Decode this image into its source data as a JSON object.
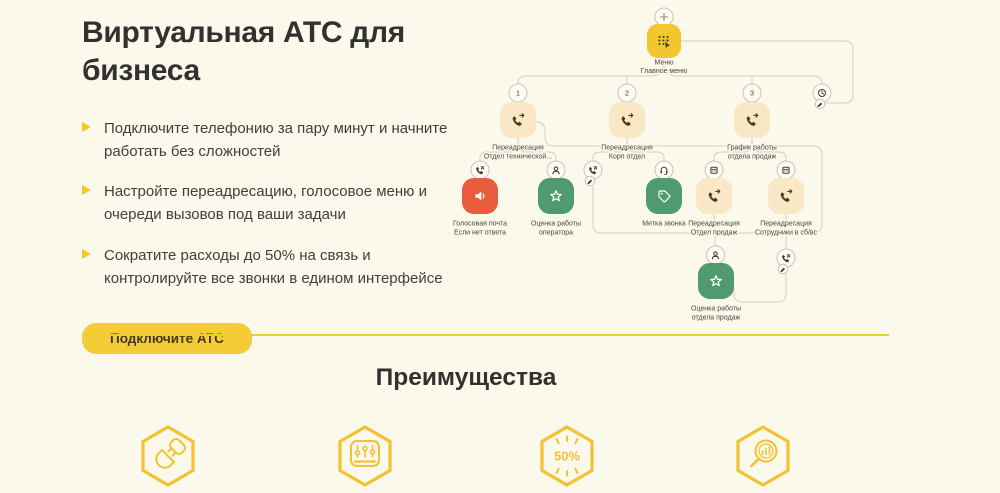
{
  "hero": {
    "title": "Виртуальная АТС для бизнеса",
    "bullets": [
      "Подключите телефонию за пару минут и начните работать без сложностей",
      "Настройте переадресацию, голосовое меню и очереди вызовов под ваши задачи",
      "Сократите расходы до 50% на связь и контролируйте все звонки в едином интерфейсе"
    ],
    "cta_label": "Подключите АТС"
  },
  "diagram": {
    "nodes": {
      "menu": {
        "label1": "Меню",
        "label2": "Главное меню"
      },
      "fwd_tech": {
        "badge": "1",
        "label1": "Переадресация",
        "label2": "Отдел технической..."
      },
      "fwd_corp": {
        "badge": "2",
        "label1": "Переадресация",
        "label2": "Корп отдел"
      },
      "schedule_sales": {
        "badge": "3",
        "label1": "График работы",
        "label2": "отдела продаж"
      },
      "voicemail": {
        "label1": "Голосовая почта",
        "label2": "Если нет ответа"
      },
      "rate_operator": {
        "label1": "Оценка работы",
        "label2": "оператора"
      },
      "call_tag": {
        "label1": "Метка звонка",
        "label2": ""
      },
      "fwd_sales": {
        "label1": "Переадресация",
        "label2": "Отдел продаж"
      },
      "fwd_weekend": {
        "label1": "Переадресация",
        "label2": "Сотрудники в сб/вс"
      },
      "rate_sales": {
        "label1": "Оценка работы",
        "label2": "отдела продаж"
      }
    }
  },
  "advantages": {
    "title": "Преимущества",
    "discount_label": "50%",
    "icon_names": [
      "plug-connection-icon",
      "sliders-panel-icon",
      "discount-50-icon",
      "analytics-search-icon"
    ]
  },
  "colors": {
    "background": "#FBF8EC",
    "accent_yellow": "#F2C52F",
    "node_beige": "#F9E7C5",
    "node_red": "#E85B3D",
    "node_green": "#4F9B6F",
    "connector_gray": "#DBD6C8",
    "divider_yellow": "#EDCE2E"
  }
}
